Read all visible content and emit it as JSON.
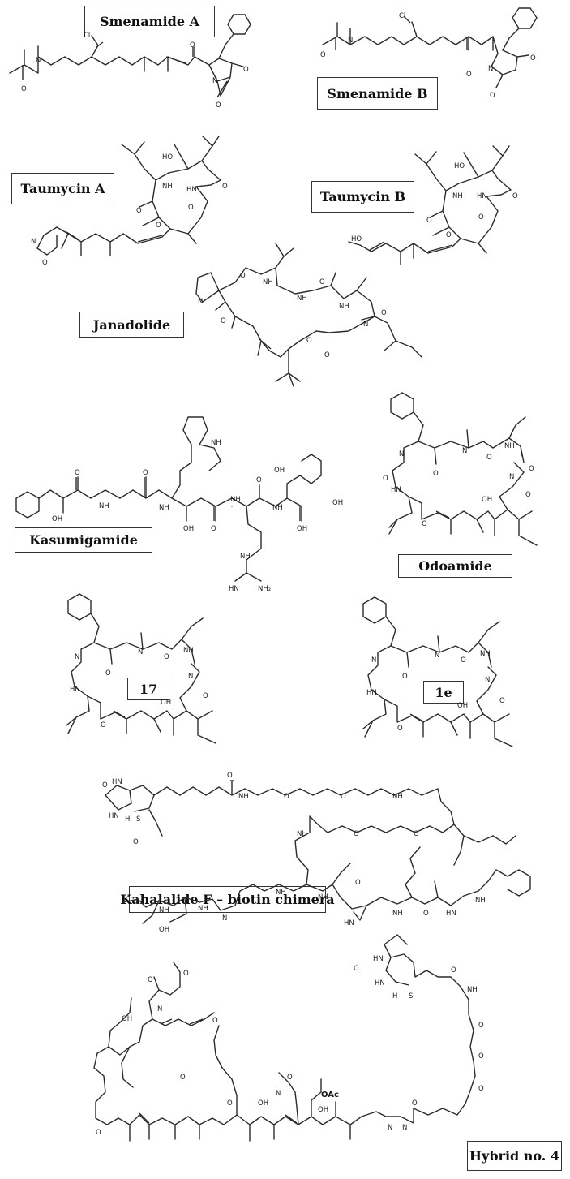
{
  "compounds": [
    {
      "name": "Smenamide A"
    },
    {
      "name": "Smenamide B"
    },
    {
      "name": "Taumycin A"
    },
    {
      "name": "Taumycin B"
    },
    {
      "name": "Janadolide"
    },
    {
      "name": "Kasumigamide"
    },
    {
      "name": "Odoamide"
    },
    {
      "name": "17"
    },
    {
      "name": "1e"
    },
    {
      "name": "Kahalalide F – biotin chimera"
    },
    {
      "name": "Hybrid no. 4"
    }
  ],
  "atom_labels": {
    "cl": "Cl",
    "n": "N",
    "o": "O",
    "oh": "OH",
    "ho": "HO",
    "hn": "HN",
    "nh": "NH",
    "nh2": "NH₂",
    "h": "H",
    "s": "S",
    "oac": "OAc"
  }
}
